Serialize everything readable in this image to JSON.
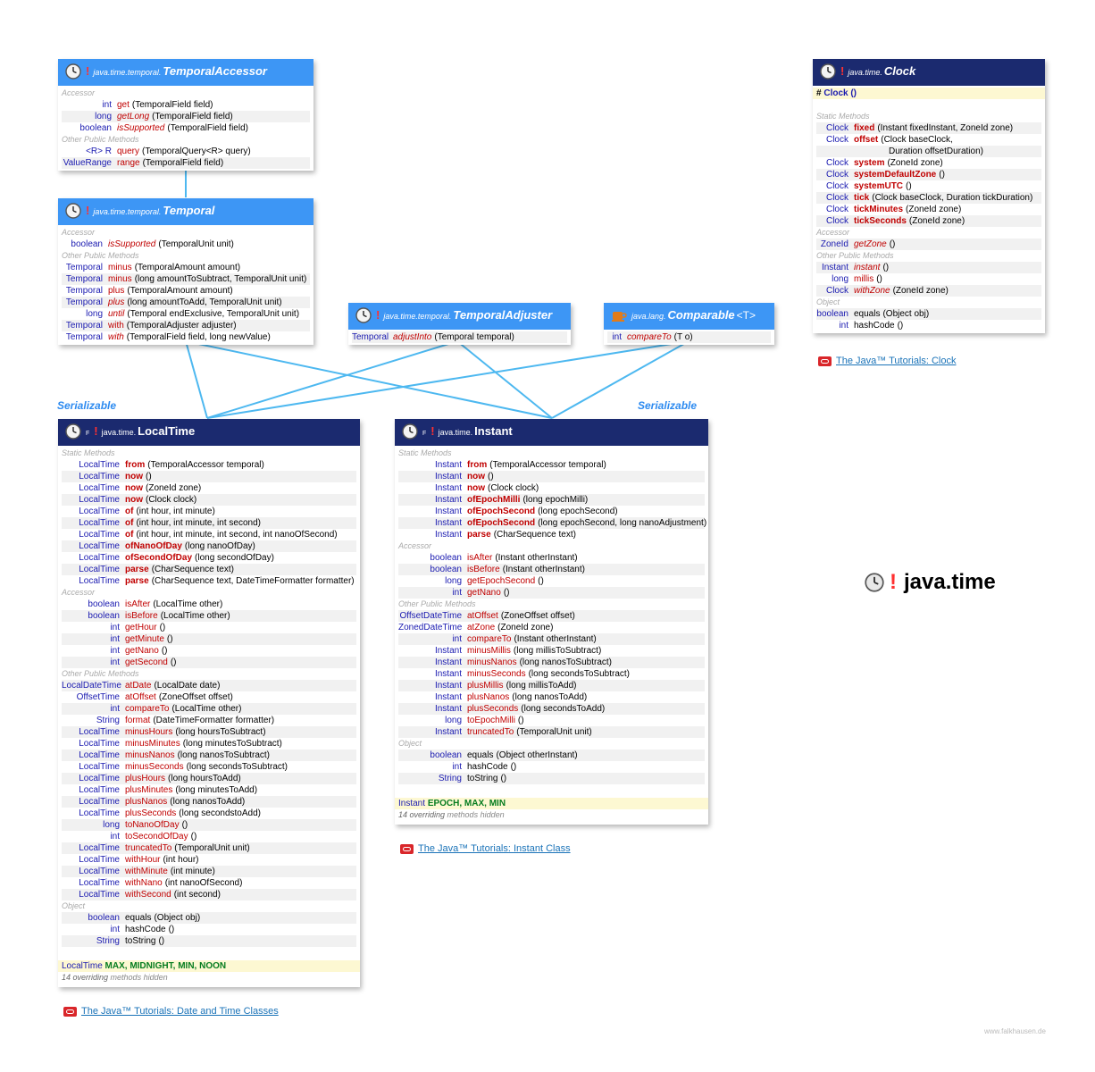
{
  "package_title": "java.time",
  "credit": "www.falkhausen.de",
  "serializable_labels": [
    "Serializable",
    "Serializable"
  ],
  "boxes": {
    "temporal_accessor": {
      "pkg": "java.time.temporal.",
      "name": "TemporalAccessor",
      "rows": [
        {
          "cat": "Accessor"
        },
        {
          "rt": "int",
          "nm": "get",
          "params": "(TemporalField field)"
        },
        {
          "rt": "long",
          "nm": "getLong",
          "params": "(TemporalField field)",
          "ital": true
        },
        {
          "rt": "boolean",
          "nm": "isSupported",
          "params": "(TemporalField field)",
          "ital": true
        },
        {
          "cat": "Other Public Methods"
        },
        {
          "rt": "<R> R",
          "nm": "query",
          "params": "(TemporalQuery<R> query)"
        },
        {
          "rt": "ValueRange",
          "nm": "range",
          "params": "(TemporalField field)"
        }
      ]
    },
    "temporal": {
      "pkg": "java.time.temporal.",
      "name": "Temporal",
      "rows": [
        {
          "cat": "Accessor"
        },
        {
          "rt": "boolean",
          "nm": "isSupported",
          "params": "(TemporalUnit unit)",
          "ital": true
        },
        {
          "cat": "Other Public Methods"
        },
        {
          "rt": "Temporal",
          "nm": "minus",
          "params": "(TemporalAmount amount)"
        },
        {
          "rt": "Temporal",
          "nm": "minus",
          "params": "(long amountToSubtract, TemporalUnit unit)"
        },
        {
          "rt": "Temporal",
          "nm": "plus",
          "params": "(TemporalAmount amount)"
        },
        {
          "rt": "Temporal",
          "nm": "plus",
          "params": "(long amountToAdd, TemporalUnit unit)",
          "ital": true
        },
        {
          "rt": "long",
          "nm": "until",
          "params": "(Temporal endExclusive, TemporalUnit unit)",
          "ital": true
        },
        {
          "rt": "Temporal",
          "nm": "with",
          "params": "(TemporalAdjuster adjuster)"
        },
        {
          "rt": "Temporal",
          "nm": "with",
          "params": "(TemporalField field, long newValue)",
          "ital": true
        }
      ]
    },
    "temporal_adjuster": {
      "pkg": "java.time.temporal.",
      "name": "TemporalAdjuster",
      "rows": [
        {
          "rt": "Temporal",
          "nm": "adjustInto",
          "params": "(Temporal temporal)",
          "ital": true
        }
      ]
    },
    "comparable": {
      "pkg": "java.lang.",
      "name": "Comparable",
      "generic": "<T>",
      "rows": [
        {
          "rt": "int",
          "nm": "compareTo",
          "params": "(T o)",
          "ital": true
        }
      ]
    },
    "clock": {
      "pkg": "java.time.",
      "name": "Clock",
      "ctor": "Clock ()",
      "rows": [
        {
          "cat": ""
        },
        {
          "cat": "Static Methods"
        },
        {
          "rt": "Clock",
          "nm": "fixed",
          "params": "(Instant fixedInstant, ZoneId zone)",
          "bold": true
        },
        {
          "rt": "Clock",
          "nm": "offset",
          "params": "(Clock baseClock,",
          "bold": true
        },
        {
          "rt": "",
          "nm": "",
          "params": "Duration offsetDuration)",
          "indent": 72
        },
        {
          "rt": "Clock",
          "nm": "system",
          "params": "(ZoneId zone)",
          "bold": true
        },
        {
          "rt": "Clock",
          "nm": "systemDefaultZone",
          "params": "()",
          "bold": true
        },
        {
          "rt": "Clock",
          "nm": "systemUTC",
          "params": "()",
          "bold": true
        },
        {
          "rt": "Clock",
          "nm": "tick",
          "params": "(Clock baseClock, Duration tickDuration)",
          "bold": true
        },
        {
          "rt": "Clock",
          "nm": "tickMinutes",
          "params": "(ZoneId zone)",
          "bold": true
        },
        {
          "rt": "Clock",
          "nm": "tickSeconds",
          "params": "(ZoneId zone)",
          "bold": true
        },
        {
          "cat": "Accessor"
        },
        {
          "rt": "ZoneId",
          "nm": "getZone",
          "params": "()",
          "ital": true
        },
        {
          "cat": "Other Public Methods"
        },
        {
          "rt": "Instant",
          "nm": "instant",
          "params": "()",
          "ital": true
        },
        {
          "rt": "long",
          "nm": "millis",
          "params": "()"
        },
        {
          "rt": "Clock",
          "nm": "withZone",
          "params": "(ZoneId zone)",
          "ital": true
        },
        {
          "cat": "Object"
        },
        {
          "rt": "boolean",
          "nm": "equals",
          "params": "(Object obj)",
          "plain": true
        },
        {
          "rt": "int",
          "nm": "hashCode",
          "params": "()",
          "plain": true
        }
      ]
    },
    "local_time": {
      "pkg": "java.time.",
      "name": "LocalTime",
      "rows": [
        {
          "cat": "Static Methods"
        },
        {
          "rt": "LocalTime",
          "nm": "from",
          "params": "(TemporalAccessor temporal)",
          "bold": true
        },
        {
          "rt": "LocalTime",
          "nm": "now",
          "params": "()",
          "bold": true
        },
        {
          "rt": "LocalTime",
          "nm": "now",
          "params": "(ZoneId zone)",
          "bold": true
        },
        {
          "rt": "LocalTime",
          "nm": "now",
          "params": "(Clock clock)",
          "bold": true
        },
        {
          "rt": "LocalTime",
          "nm": "of",
          "params": "(int hour, int minute)",
          "bold": true
        },
        {
          "rt": "LocalTime",
          "nm": "of",
          "params": "(int hour, int minute, int second)",
          "bold": true
        },
        {
          "rt": "LocalTime",
          "nm": "of",
          "params": "(int hour, int minute, int second, int nanoOfSecond)",
          "bold": true
        },
        {
          "rt": "LocalTime",
          "nm": "ofNanoOfDay",
          "params": "(long nanoOfDay)",
          "bold": true
        },
        {
          "rt": "LocalTime",
          "nm": "ofSecondOfDay",
          "params": "(long secondOfDay)",
          "bold": true
        },
        {
          "rt": "LocalTime",
          "nm": "parse",
          "params": "(CharSequence text)",
          "bold": true
        },
        {
          "rt": "LocalTime",
          "nm": "parse",
          "params": "(CharSequence text, DateTimeFormatter formatter)",
          "bold": true
        },
        {
          "cat": "Accessor"
        },
        {
          "rt": "boolean",
          "nm": "isAfter",
          "params": "(LocalTime other)"
        },
        {
          "rt": "boolean",
          "nm": "isBefore",
          "params": "(LocalTime other)"
        },
        {
          "rt": "int",
          "nm": "getHour",
          "params": "()"
        },
        {
          "rt": "int",
          "nm": "getMinute",
          "params": "()"
        },
        {
          "rt": "int",
          "nm": "getNano",
          "params": "()"
        },
        {
          "rt": "int",
          "nm": "getSecond",
          "params": "()"
        },
        {
          "cat": "Other Public Methods"
        },
        {
          "rt": "LocalDateTime",
          "nm": "atDate",
          "params": "(LocalDate date)"
        },
        {
          "rt": "OffsetTime",
          "nm": "atOffset",
          "params": "(ZoneOffset offset)"
        },
        {
          "rt": "int",
          "nm": "compareTo",
          "params": "(LocalTime other)"
        },
        {
          "rt": "String",
          "nm": "format",
          "params": "(DateTimeFormatter formatter)"
        },
        {
          "rt": "LocalTime",
          "nm": "minusHours",
          "params": "(long hoursToSubtract)"
        },
        {
          "rt": "LocalTime",
          "nm": "minusMinutes",
          "params": "(long minutesToSubtract)"
        },
        {
          "rt": "LocalTime",
          "nm": "minusNanos",
          "params": "(long nanosToSubtract)"
        },
        {
          "rt": "LocalTime",
          "nm": "minusSeconds",
          "params": "(long secondsToSubtract)"
        },
        {
          "rt": "LocalTime",
          "nm": "plusHours",
          "params": "(long hoursToAdd)"
        },
        {
          "rt": "LocalTime",
          "nm": "plusMinutes",
          "params": "(long minutesToAdd)"
        },
        {
          "rt": "LocalTime",
          "nm": "plusNanos",
          "params": "(long nanosToAdd)"
        },
        {
          "rt": "LocalTime",
          "nm": "plusSeconds",
          "params": "(long secondstoAdd)"
        },
        {
          "rt": "long",
          "nm": "toNanoOfDay",
          "params": "()"
        },
        {
          "rt": "int",
          "nm": "toSecondOfDay",
          "params": "()"
        },
        {
          "rt": "LocalTime",
          "nm": "truncatedTo",
          "params": "(TemporalUnit unit)"
        },
        {
          "rt": "LocalTime",
          "nm": "withHour",
          "params": "(int hour)"
        },
        {
          "rt": "LocalTime",
          "nm": "withMinute",
          "params": "(int minute)"
        },
        {
          "rt": "LocalTime",
          "nm": "withNano",
          "params": "(int nanoOfSecond)"
        },
        {
          "rt": "LocalTime",
          "nm": "withSecond",
          "params": "(int second)"
        },
        {
          "cat": "Object"
        },
        {
          "rt": "boolean",
          "nm": "equals",
          "params": "(Object obj)",
          "plain": true
        },
        {
          "rt": "int",
          "nm": "hashCode",
          "params": "()",
          "plain": true
        },
        {
          "rt": "String",
          "nm": "toString",
          "params": "()",
          "plain": true
        },
        {
          "cat": ""
        }
      ],
      "const_type": "LocalTime",
      "const_names": "MAX, MIDNIGHT, MIN, NOON",
      "footnote_a": "14 overriding",
      "footnote_b": "methods hidden"
    },
    "instant": {
      "pkg": "java.time.",
      "name": "Instant",
      "rows": [
        {
          "cat": "Static Methods"
        },
        {
          "rt": "Instant",
          "nm": "from",
          "params": "(TemporalAccessor temporal)",
          "bold": true
        },
        {
          "rt": "Instant",
          "nm": "now",
          "params": "()",
          "bold": true
        },
        {
          "rt": "Instant",
          "nm": "now",
          "params": "(Clock clock)",
          "bold": true
        },
        {
          "rt": "Instant",
          "nm": "ofEpochMilli",
          "params": "(long epochMilli)",
          "bold": true
        },
        {
          "rt": "Instant",
          "nm": "ofEpochSecond",
          "params": "(long epochSecond)",
          "bold": true
        },
        {
          "rt": "Instant",
          "nm": "ofEpochSecond",
          "params": "(long epochSecond, long nanoAdjustment)",
          "bold": true
        },
        {
          "rt": "Instant",
          "nm": "parse",
          "params": "(CharSequence text)",
          "bold": true
        },
        {
          "cat": "Accessor"
        },
        {
          "rt": "boolean",
          "nm": "isAfter",
          "params": "(Instant otherInstant)"
        },
        {
          "rt": "boolean",
          "nm": "isBefore",
          "params": "(Instant otherInstant)"
        },
        {
          "rt": "long",
          "nm": "getEpochSecond",
          "params": "()"
        },
        {
          "rt": "int",
          "nm": "getNano",
          "params": "()"
        },
        {
          "cat": "Other Public Methods"
        },
        {
          "rt": "OffsetDateTime",
          "nm": "atOffset",
          "params": "(ZoneOffset offset)"
        },
        {
          "rt": "ZonedDateTime",
          "nm": "atZone",
          "params": "(ZoneId zone)"
        },
        {
          "rt": "int",
          "nm": "compareTo",
          "params": "(Instant otherInstant)"
        },
        {
          "rt": "Instant",
          "nm": "minusMillis",
          "params": "(long millisToSubtract)"
        },
        {
          "rt": "Instant",
          "nm": "minusNanos",
          "params": "(long nanosToSubtract)"
        },
        {
          "rt": "Instant",
          "nm": "minusSeconds",
          "params": "(long secondsToSubtract)"
        },
        {
          "rt": "Instant",
          "nm": "plusMillis",
          "params": "(long millisToAdd)"
        },
        {
          "rt": "Instant",
          "nm": "plusNanos",
          "params": "(long nanosToAdd)"
        },
        {
          "rt": "Instant",
          "nm": "plusSeconds",
          "params": "(long secondsToAdd)"
        },
        {
          "rt": "long",
          "nm": "toEpochMilli",
          "params": "()"
        },
        {
          "rt": "Instant",
          "nm": "truncatedTo",
          "params": "(TemporalUnit unit)"
        },
        {
          "cat": "Object"
        },
        {
          "rt": "boolean",
          "nm": "equals",
          "params": "(Object otherInstant)",
          "plain": true
        },
        {
          "rt": "int",
          "nm": "hashCode",
          "params": "()",
          "plain": true
        },
        {
          "rt": "String",
          "nm": "toString",
          "params": "()",
          "plain": true
        },
        {
          "cat": ""
        }
      ],
      "const_type": "Instant",
      "const_names": "EPOCH, MAX, MIN",
      "footnote_a": "14 overriding",
      "footnote_b": "methods hidden"
    }
  },
  "tutorials": {
    "clock": "The Java™ Tutorials: Clock",
    "instant": "The Java™ Tutorials: Instant Class",
    "datetime": "The Java™ Tutorials: Date and Time Classes"
  },
  "icons": {
    "clock_icon": "clock-icon",
    "cup_icon": "coffee-cup-icon",
    "oracle_icon": "oracle-logo-icon"
  }
}
